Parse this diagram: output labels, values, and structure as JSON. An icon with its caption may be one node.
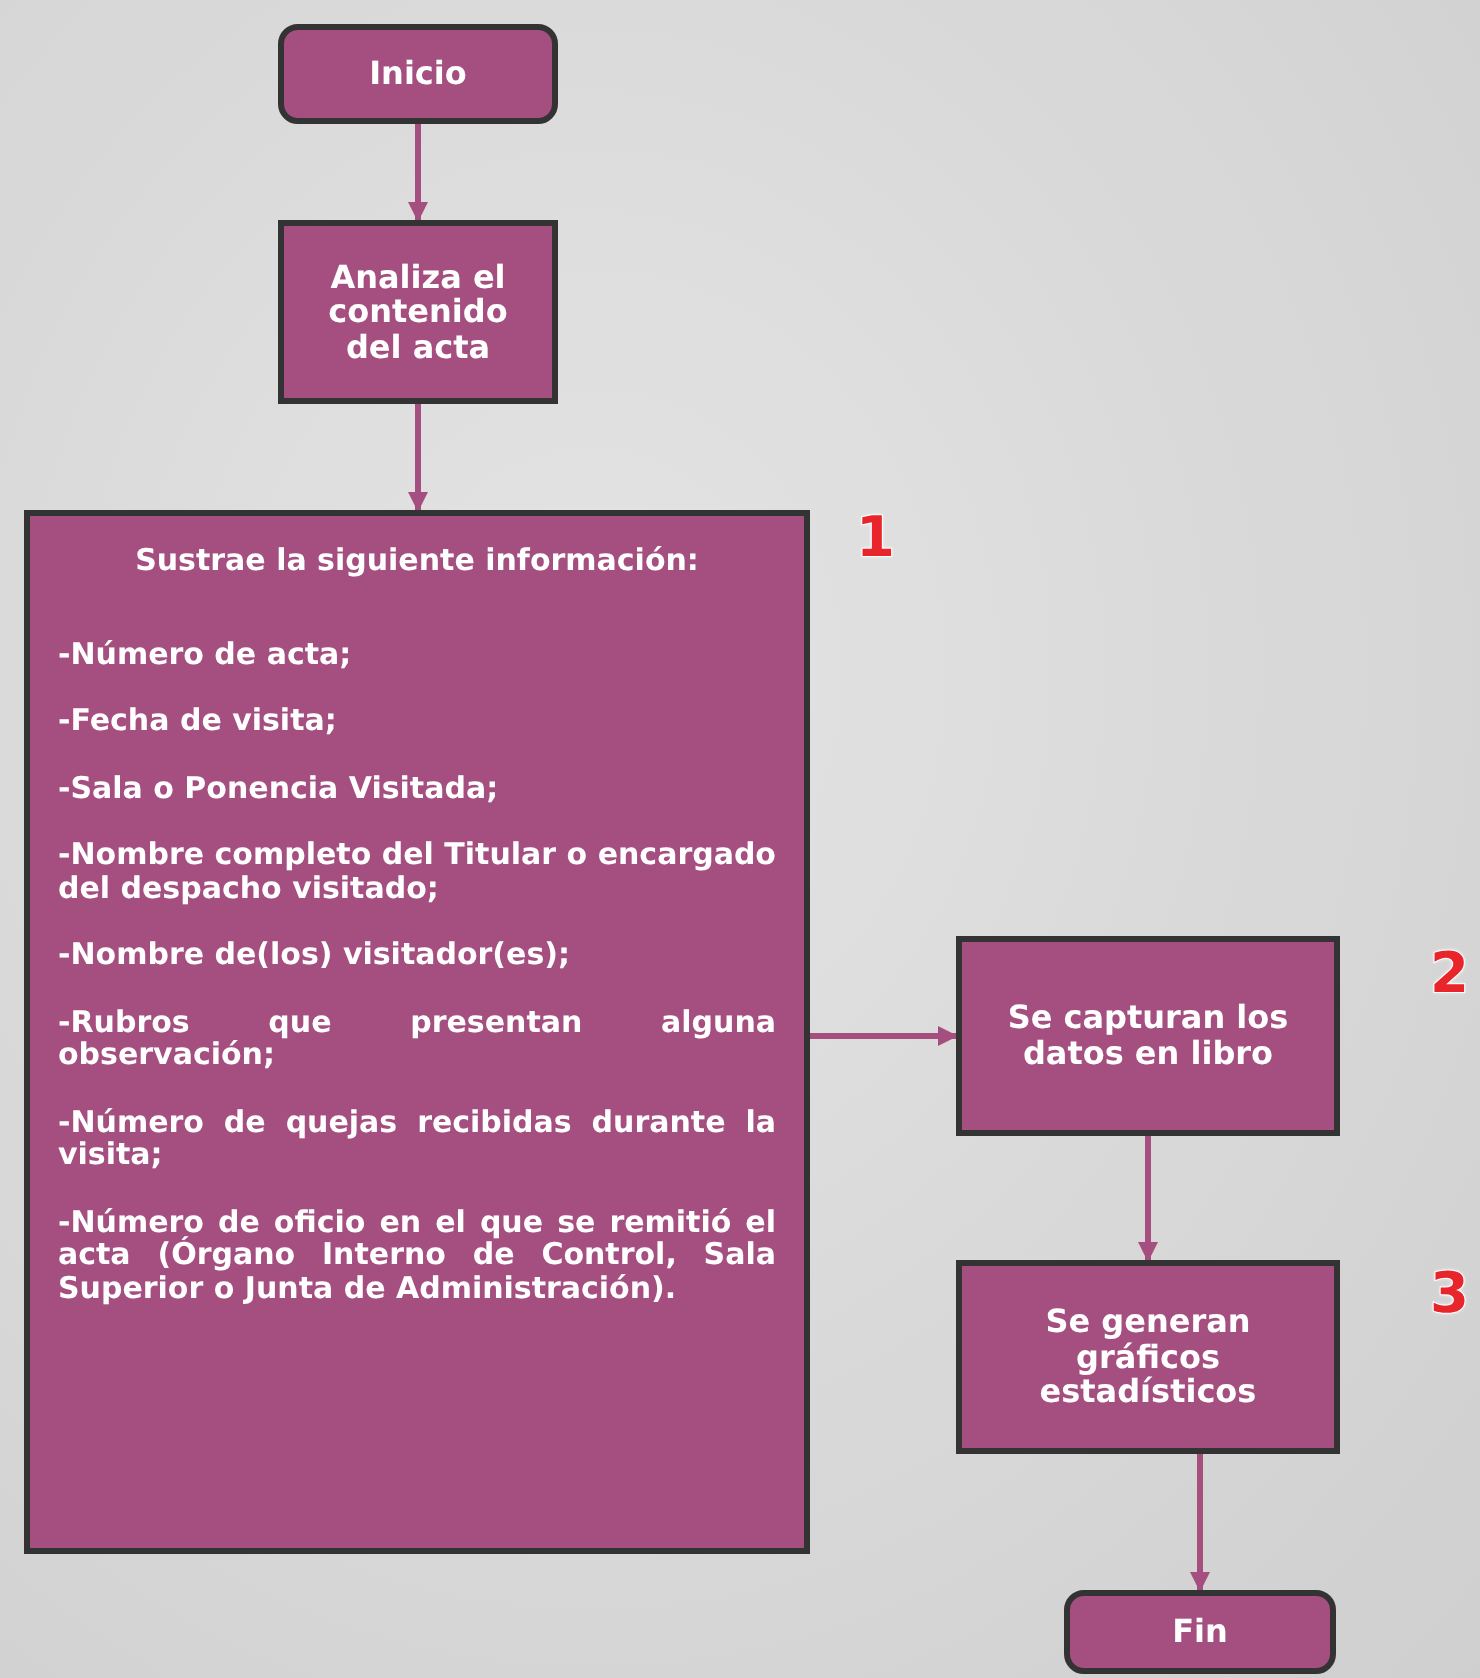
{
  "diagram": {
    "nodes": [
      {
        "text": [
          "Inicio"
        ]
      },
      {
        "text": [
          "Analiza el contenido del acta"
        ]
      },
      {
        "text": [
          "Sustrae la siguiente información:",
          "-Número de acta;",
          "-Fecha de visita;",
          "-Sala o Ponencia Visitada;",
          "-Nombre completo del Titular o encargado del despacho visitado;",
          "-Nombre de(los) visitador(es);",
          "-Rubros que presentan alguna observación;",
          "-Número de quejas recibidas durante la visita;",
          "-Número de oficio en el que se remitió el acta (Órgano Interno de Control, Sala Superior o Junta de Administración)."
        ]
      },
      {
        "text": [
          "Se capturan los datos en libro"
        ]
      },
      {
        "text": [
          "Se generan gráficos estadísticos"
        ]
      },
      {
        "text": [
          "Fin"
        ]
      }
    ],
    "edges": [
      {
        "from": 0,
        "to": 1,
        "arrow": "to"
      },
      {
        "from": 1,
        "to": 2,
        "arrow": "to"
      },
      {
        "from": 2,
        "to": 3,
        "arrow": "to"
      },
      {
        "from": 3,
        "to": 4,
        "arrow": "to"
      },
      {
        "from": 4,
        "to": 5,
        "arrow": "to"
      }
    ],
    "labels": [
      "1",
      "2",
      "3"
    ]
  }
}
